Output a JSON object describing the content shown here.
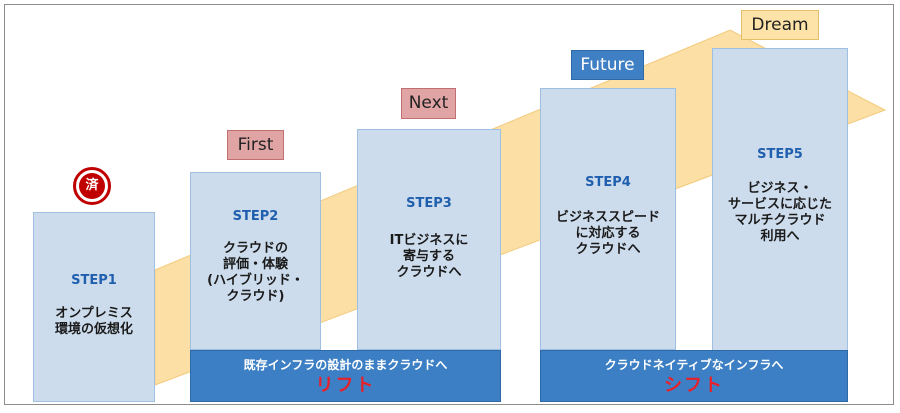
{
  "steps": [
    {
      "step": "STEP1",
      "desc": "オンプレミス\n環境の仮想化"
    },
    {
      "step": "STEP2",
      "desc": "クラウドの\n評価・体験\n(ハイブリッド・\nクラウド)"
    },
    {
      "step": "STEP3",
      "desc": "ITビジネスに\n寄与する\nクラウドへ"
    },
    {
      "step": "STEP4",
      "desc": "ビジネススピード\nに対応する\nクラウドへ"
    },
    {
      "step": "STEP5",
      "desc": "ビジネス・\nサービスに応じた\nマルチクラウド\n利用へ"
    }
  ],
  "tags": {
    "first": "First",
    "next": "Next",
    "future": "Future",
    "dream": "Dream"
  },
  "badge": "済",
  "bands": [
    {
      "sub": "既存インフラの設計のままクラウドへ",
      "main": "リフト"
    },
    {
      "sub": "クラウドネイティブなインフラへ",
      "main": "シフト"
    }
  ],
  "colors": {
    "arrow": "#fcdc9c",
    "box": "#ccdcec",
    "band": "#3c7fc4",
    "emphasis": "#e8202a",
    "badge": "#c00000"
  }
}
